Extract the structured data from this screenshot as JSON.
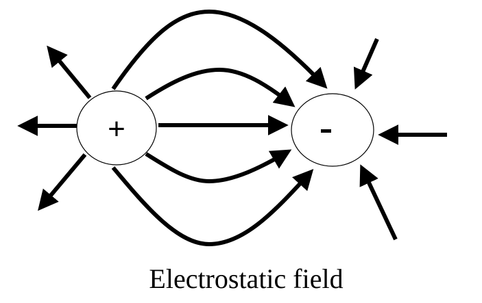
{
  "caption": "Electrostatic field",
  "charges": {
    "positive": {
      "symbol": "+",
      "label": "positive-charge"
    },
    "negative": {
      "symbol": "-",
      "label": "negative-charge"
    }
  },
  "colors": {
    "ink": "#000000",
    "background": "#ffffff"
  },
  "field_lines": {
    "positive_outward_count": 3,
    "negative_inward_count": 3,
    "connecting_count": 5
  }
}
